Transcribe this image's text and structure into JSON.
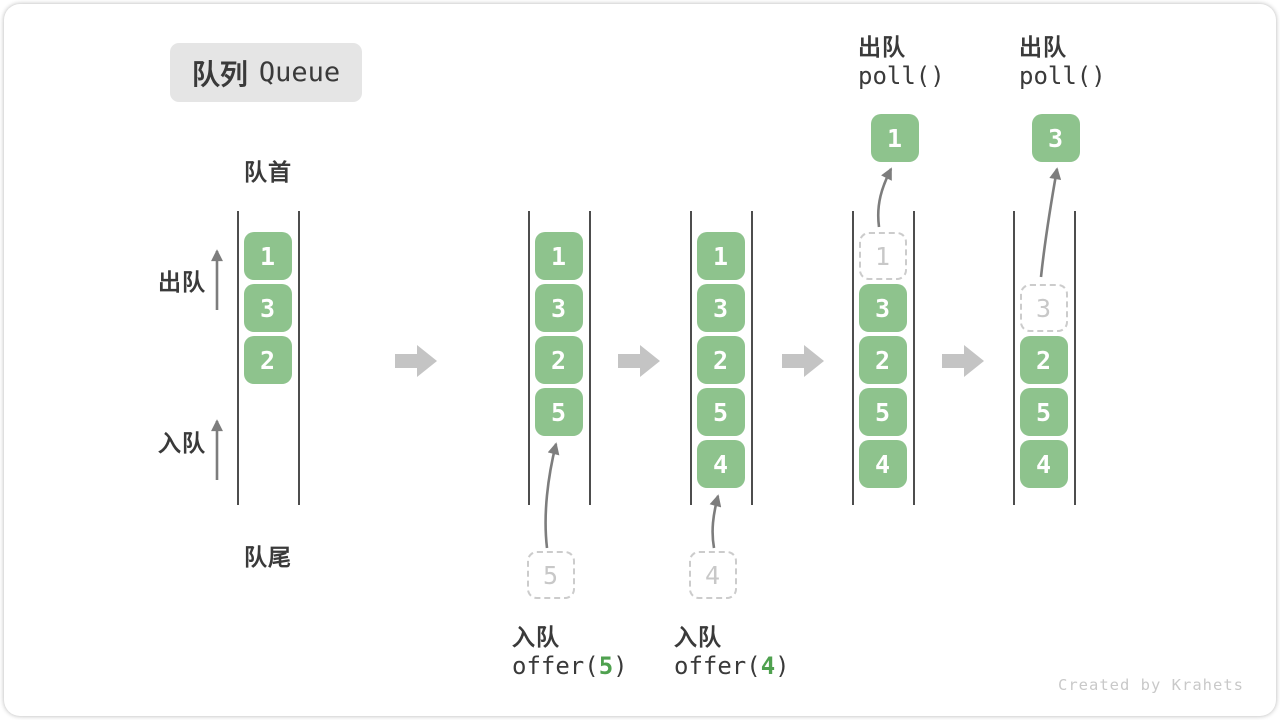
{
  "title": {
    "zh": "队列",
    "en": "Queue"
  },
  "side_labels": {
    "front": "队首",
    "rear": "队尾",
    "dequeue": "出队",
    "enqueue": "入队"
  },
  "watermark": "Created by Krahets",
  "colors": {
    "box_fill": "#8ec38d",
    "box_text": "#ffffff",
    "accent_green": "#4fa14f",
    "container_line": "#4d4d4d",
    "text_dark": "#3a3a3a",
    "ghost_border": "#cccccc",
    "ghost_text": "#c8c8c8",
    "block_arrow": "#c4c4c4",
    "thin_arrow": "#7d7d7d",
    "badge_bg": "#e5e5e5",
    "watermark_text": "#c9c9c9"
  },
  "queues": [
    {
      "name": "state-initial",
      "slots": [
        {
          "row": 0,
          "value": "1",
          "type": "filled"
        },
        {
          "row": 1,
          "value": "3",
          "type": "filled"
        },
        {
          "row": 2,
          "value": "2",
          "type": "filled"
        }
      ]
    },
    {
      "name": "state-after-offer-5",
      "slots": [
        {
          "row": 0,
          "value": "1",
          "type": "filled"
        },
        {
          "row": 1,
          "value": "3",
          "type": "filled"
        },
        {
          "row": 2,
          "value": "2",
          "type": "filled"
        },
        {
          "row": 3,
          "value": "5",
          "type": "filled"
        }
      ],
      "op": {
        "kind": "enqueue",
        "label": "入队",
        "code_pre": "offer(",
        "code_arg": "5",
        "code_post": ")",
        "ghost_value": "5"
      }
    },
    {
      "name": "state-after-offer-4",
      "slots": [
        {
          "row": 0,
          "value": "1",
          "type": "filled"
        },
        {
          "row": 1,
          "value": "3",
          "type": "filled"
        },
        {
          "row": 2,
          "value": "2",
          "type": "filled"
        },
        {
          "row": 3,
          "value": "5",
          "type": "filled"
        },
        {
          "row": 4,
          "value": "4",
          "type": "filled"
        }
      ],
      "op": {
        "kind": "enqueue",
        "label": "入队",
        "code_pre": "offer(",
        "code_arg": "4",
        "code_post": ")",
        "ghost_value": "4"
      }
    },
    {
      "name": "state-after-poll-1",
      "slots": [
        {
          "row": 0,
          "value": "1",
          "type": "ghost"
        },
        {
          "row": 1,
          "value": "3",
          "type": "filled"
        },
        {
          "row": 2,
          "value": "2",
          "type": "filled"
        },
        {
          "row": 3,
          "value": "5",
          "type": "filled"
        },
        {
          "row": 4,
          "value": "4",
          "type": "filled"
        }
      ],
      "op": {
        "kind": "dequeue",
        "label": "出队",
        "code": "poll()",
        "popped_value": "1"
      }
    },
    {
      "name": "state-after-poll-3",
      "slots": [
        {
          "row": 1,
          "value": "3",
          "type": "ghost"
        },
        {
          "row": 2,
          "value": "2",
          "type": "filled"
        },
        {
          "row": 3,
          "value": "5",
          "type": "filled"
        },
        {
          "row": 4,
          "value": "4",
          "type": "filled"
        }
      ],
      "op": {
        "kind": "dequeue",
        "label": "出队",
        "code": "poll()",
        "popped_value": "3"
      }
    }
  ]
}
